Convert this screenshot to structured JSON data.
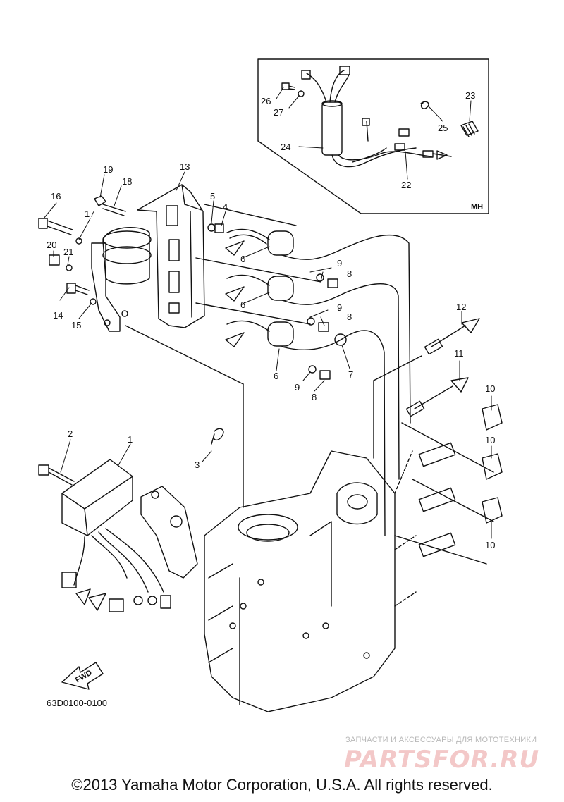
{
  "diagram": {
    "inset_tag": "MH",
    "part_code": "63D0100-0100",
    "fwd_label": "FWD",
    "callouts": [
      {
        "id": "c1",
        "text": "1"
      },
      {
        "id": "c2",
        "text": "2"
      },
      {
        "id": "c3",
        "text": "3"
      },
      {
        "id": "c4",
        "text": "4"
      },
      {
        "id": "c5",
        "text": "5"
      },
      {
        "id": "c6a",
        "text": "6"
      },
      {
        "id": "c6b",
        "text": "6"
      },
      {
        "id": "c6c",
        "text": "6"
      },
      {
        "id": "c7",
        "text": "7"
      },
      {
        "id": "c8a",
        "text": "8"
      },
      {
        "id": "c8b",
        "text": "8"
      },
      {
        "id": "c8c",
        "text": "8"
      },
      {
        "id": "c9a",
        "text": "9"
      },
      {
        "id": "c9b",
        "text": "9"
      },
      {
        "id": "c9c",
        "text": "9"
      },
      {
        "id": "c10a",
        "text": "10"
      },
      {
        "id": "c10b",
        "text": "10"
      },
      {
        "id": "c10c",
        "text": "10"
      },
      {
        "id": "c11",
        "text": "11"
      },
      {
        "id": "c12",
        "text": "12"
      },
      {
        "id": "c13",
        "text": "13"
      },
      {
        "id": "c14",
        "text": "14"
      },
      {
        "id": "c15",
        "text": "15"
      },
      {
        "id": "c16",
        "text": "16"
      },
      {
        "id": "c17",
        "text": "17"
      },
      {
        "id": "c18",
        "text": "18"
      },
      {
        "id": "c19",
        "text": "19"
      },
      {
        "id": "c20",
        "text": "20"
      },
      {
        "id": "c21",
        "text": "21"
      },
      {
        "id": "c22",
        "text": "22"
      },
      {
        "id": "c23",
        "text": "23"
      },
      {
        "id": "c24",
        "text": "24"
      },
      {
        "id": "c25",
        "text": "25"
      },
      {
        "id": "c26",
        "text": "26"
      },
      {
        "id": "c27",
        "text": "27"
      }
    ]
  },
  "footer": {
    "copyright": "©2013 Yamaha Motor Corporation, U.S.A. All rights reserved.",
    "watermark_caption": "ЗАПЧАСТИ И АКСЕССУАРЫ ДЛЯ МОТОТЕХНИКИ",
    "watermark_logo": "PARTSFOR.RU"
  }
}
